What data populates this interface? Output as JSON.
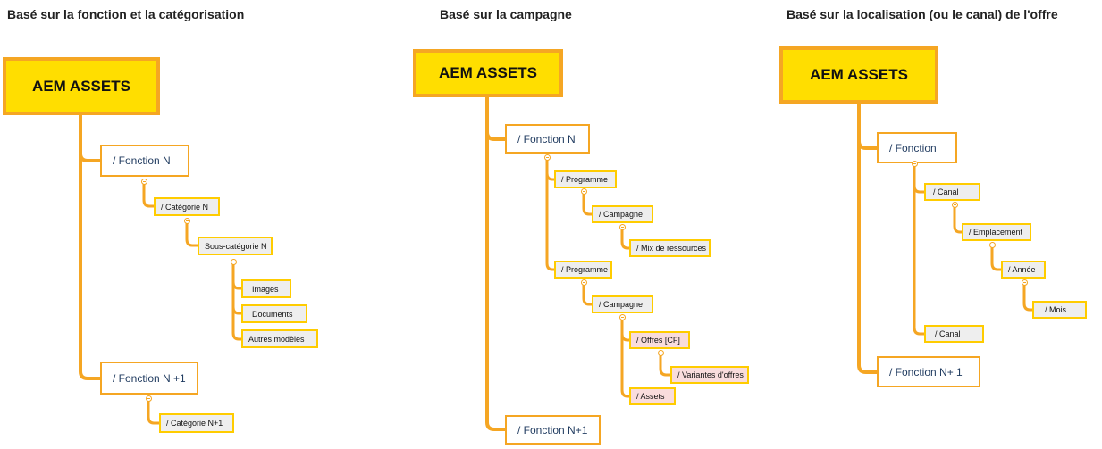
{
  "titles": {
    "left": "Basé sur la fonction et la catégorisation",
    "middle": "Basé sur la campagne",
    "right": "Basé sur la localisation (ou le canal) de l'offre"
  },
  "diagram1": {
    "root": "AEM ASSETS",
    "fonction_n": "/ Fonction N",
    "categorie_n": "/ Catégorie N",
    "sous_categorie_n": "Sous-catégorie N",
    "images": "Images",
    "documents": "Documents",
    "autres_modeles": "Autres modèles",
    "fonction_n1": "/ Fonction N +1",
    "categorie_n1": "/ Catégorie N+1"
  },
  "diagram2": {
    "root": "AEM ASSETS",
    "fonction_n": "/ Fonction N",
    "programme_1": "/ Programme",
    "campagne_1": "/ Campagne",
    "mix_ressources": "/ Mix de ressources",
    "programme_2": "/ Programme",
    "campagne_2": "/ Campagne",
    "offres_cf": "/ Offres [CF]",
    "variantes_offres": "/ Variantes d'offres",
    "assets": "/ Assets",
    "fonction_n1": "/ Fonction N+1"
  },
  "diagram3": {
    "root": "AEM ASSETS",
    "fonction": "/ Fonction",
    "canal_1": "/ Canal",
    "emplacement": "/ Emplacement",
    "annee": "/ Année",
    "mois": "/ Mois",
    "canal_2": "/ Canal",
    "fonction_n1": "/ Fonction N+ 1"
  },
  "colors": {
    "connector": "#f5a623",
    "root_fill": "#ffde00",
    "node_border": "#ffcc00",
    "pink_fill": "#f9dcdc"
  }
}
